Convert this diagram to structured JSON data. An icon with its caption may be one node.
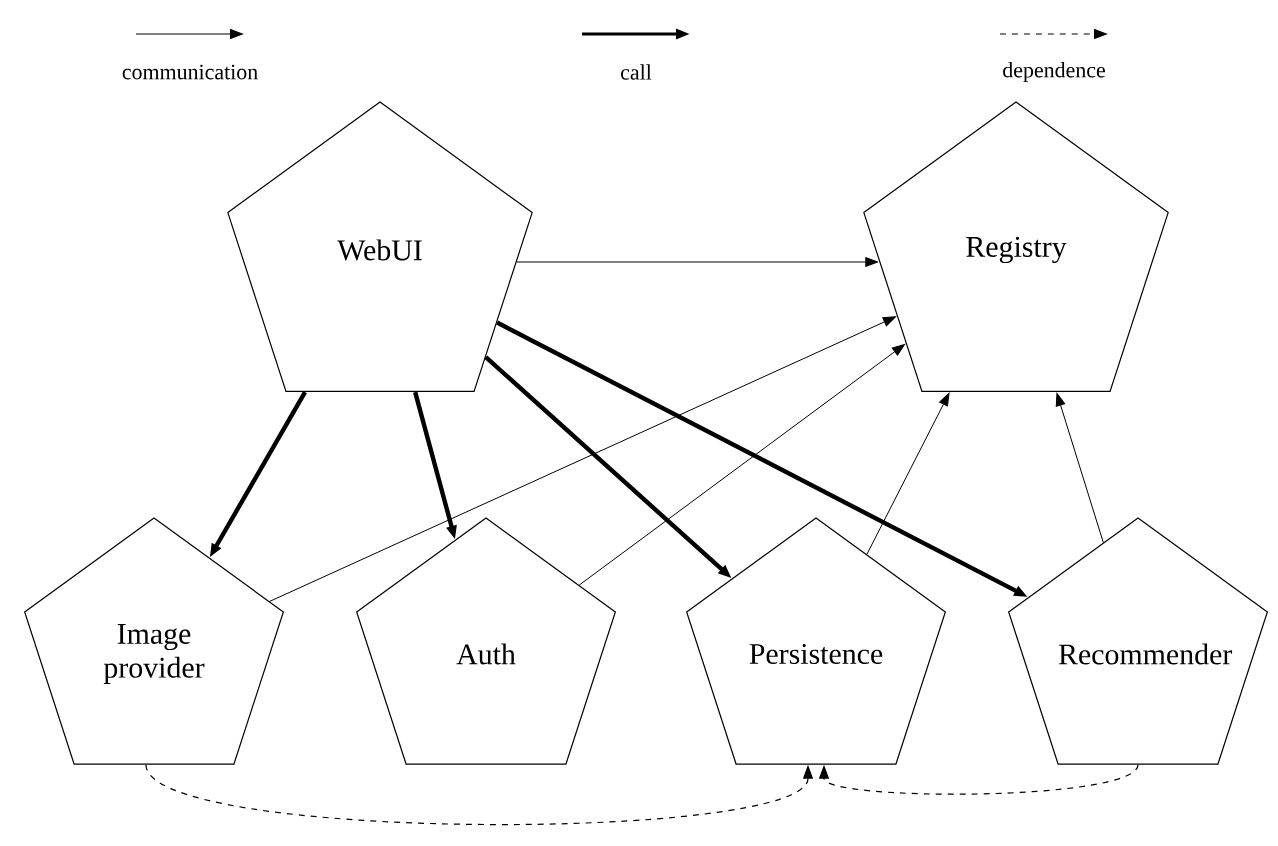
{
  "diagram": {
    "nodes": [
      {
        "text": [
          "WebUI"
        ]
      },
      {
        "text": [
          "Registry"
        ]
      },
      {
        "text": [
          "Image provider"
        ]
      },
      {
        "text": [
          "Auth"
        ]
      },
      {
        "text": [
          "Persistence"
        ]
      },
      {
        "text": [
          "Recommender"
        ]
      }
    ],
    "edges": [
      {
        "from": 0,
        "to": 1,
        "arrow": "to"
      },
      {
        "from": 0,
        "to": 2,
        "arrow": "to",
        "style": "thick"
      },
      {
        "from": 0,
        "to": 3,
        "arrow": "to",
        "style": "thick"
      },
      {
        "from": 0,
        "to": 4,
        "arrow": "to",
        "style": "thick"
      },
      {
        "from": 0,
        "to": 5,
        "arrow": "to",
        "style": "thick"
      },
      {
        "from": 2,
        "to": 1,
        "arrow": "to"
      },
      {
        "from": 3,
        "to": 1,
        "arrow": "to"
      },
      {
        "from": 4,
        "to": 1,
        "arrow": "to"
      },
      {
        "from": 5,
        "to": 1,
        "arrow": "to"
      },
      {
        "from": 2,
        "to": 4,
        "arrow": "to",
        "style": "dashed"
      },
      {
        "from": 5,
        "to": 4,
        "arrow": "to",
        "style": "dashed"
      }
    ],
    "legend": [
      {
        "text": "communication"
      },
      {
        "text": "call"
      },
      {
        "text": "dependence"
      }
    ]
  }
}
